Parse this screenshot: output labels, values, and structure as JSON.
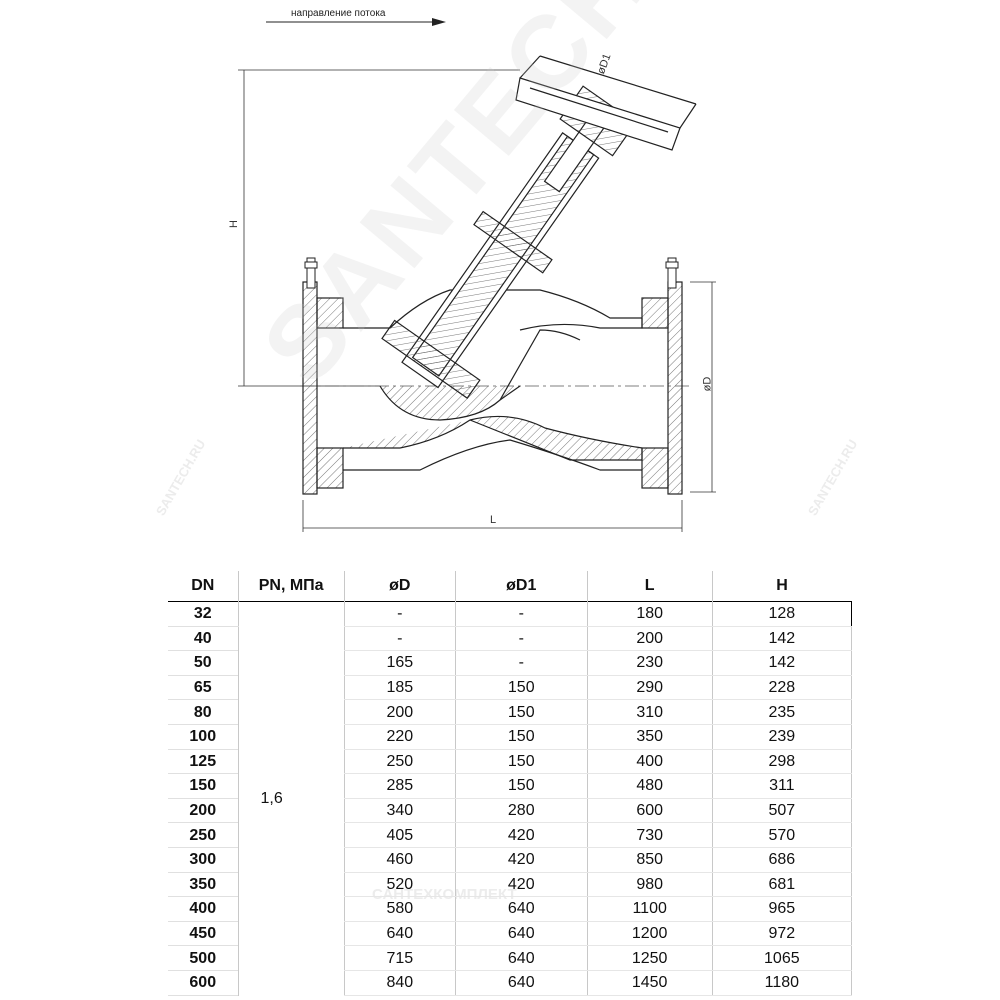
{
  "diagram": {
    "flow_direction_label": "направление потока",
    "dim_labels": {
      "d1": "øD1",
      "h": "H",
      "d": "øD",
      "l": "L"
    },
    "watermark": "SANTECH.RU",
    "watermark_side": "SANTECH.RU",
    "watermark_bottom": "САНТЕХКОМПЛЕКТ"
  },
  "table": {
    "headers": [
      "DN",
      "PN, МПа",
      "øD",
      "øD1",
      "L",
      "H"
    ],
    "pn_value": "1,6",
    "rows": [
      {
        "dn": "32",
        "d": "-",
        "d1": "-",
        "l": "180",
        "h": "128"
      },
      {
        "dn": "40",
        "d": "-",
        "d1": "-",
        "l": "200",
        "h": "142"
      },
      {
        "dn": "50",
        "d": "165",
        "d1": "-",
        "l": "230",
        "h": "142"
      },
      {
        "dn": "65",
        "d": "185",
        "d1": "150",
        "l": "290",
        "h": "228"
      },
      {
        "dn": "80",
        "d": "200",
        "d1": "150",
        "l": "310",
        "h": "235"
      },
      {
        "dn": "100",
        "d": "220",
        "d1": "150",
        "l": "350",
        "h": "239"
      },
      {
        "dn": "125",
        "d": "250",
        "d1": "150",
        "l": "400",
        "h": "298"
      },
      {
        "dn": "150",
        "d": "285",
        "d1": "150",
        "l": "480",
        "h": "311"
      },
      {
        "dn": "200",
        "d": "340",
        "d1": "280",
        "l": "600",
        "h": "507"
      },
      {
        "dn": "250",
        "d": "405",
        "d1": "420",
        "l": "730",
        "h": "570"
      },
      {
        "dn": "300",
        "d": "460",
        "d1": "420",
        "l": "850",
        "h": "686"
      },
      {
        "dn": "350",
        "d": "520",
        "d1": "420",
        "l": "980",
        "h": "681"
      },
      {
        "dn": "400",
        "d": "580",
        "d1": "640",
        "l": "1100",
        "h": "965"
      },
      {
        "dn": "450",
        "d": "640",
        "d1": "640",
        "l": "1200",
        "h": "972"
      },
      {
        "dn": "500",
        "d": "715",
        "d1": "640",
        "l": "1250",
        "h": "1065"
      },
      {
        "dn": "600",
        "d": "840",
        "d1": "640",
        "l": "1450",
        "h": "1180"
      }
    ]
  }
}
